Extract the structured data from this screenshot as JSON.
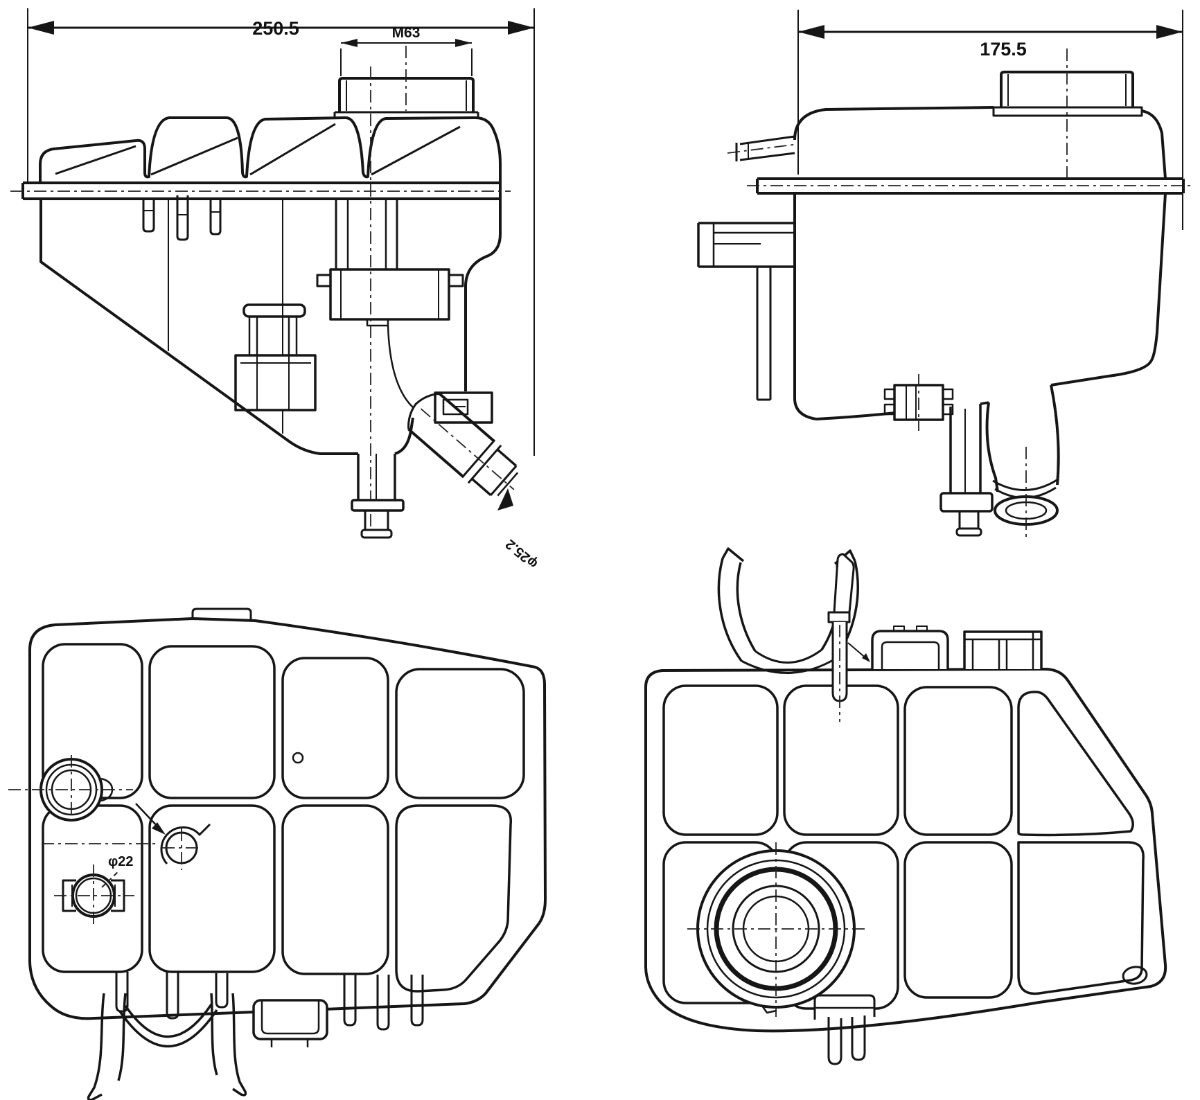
{
  "drawing": {
    "background": "#ffffff",
    "line_color": "#161616",
    "labels": {
      "overall_width": "250.5",
      "neck_thread": "M63",
      "overall_depth": "175.5",
      "outlet_diameter": "φ25.2",
      "hole_diameter": "φ22"
    }
  }
}
